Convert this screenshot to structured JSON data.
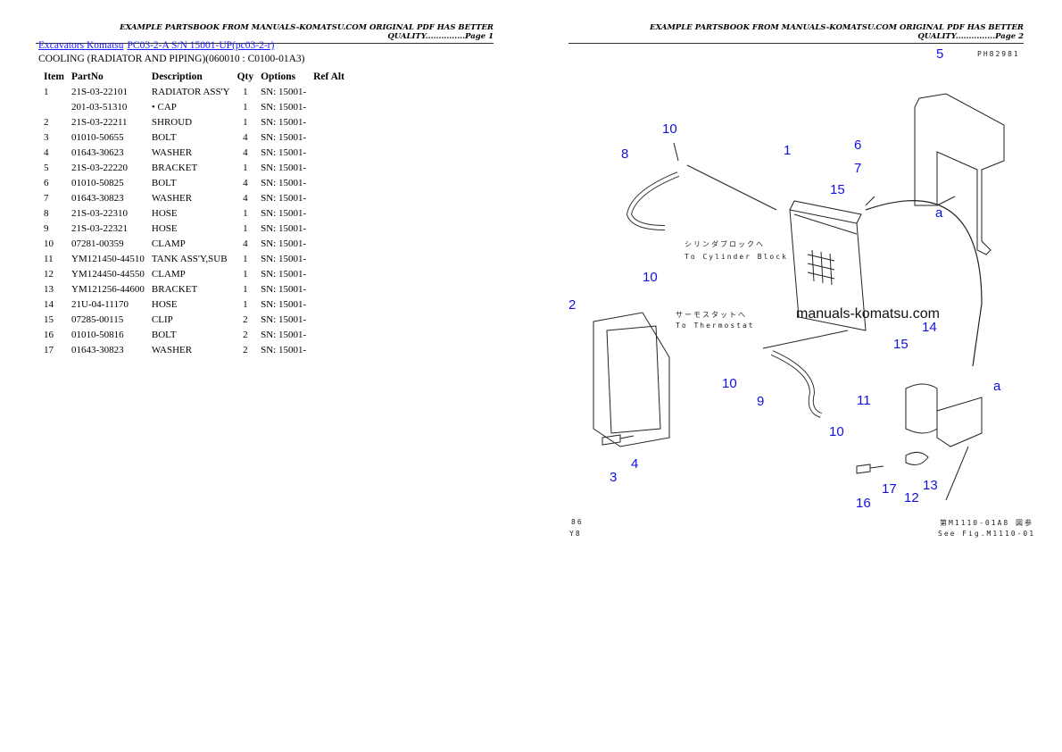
{
  "page1": {
    "header": "EXAMPLE PARTSBOOK FROM MANUALS-KOMATSU.COM ORIGINAL PDF HAS BETTER QUALITY...............Page 1",
    "breadcrumb": [
      "Excavators Komatsu",
      "PC03-2-A S/N 15001-UP(pc03-2-r)"
    ],
    "section": "COOLING (RADIATOR AND PIPING)(060010 : C0100-01A3)",
    "columns": [
      "Item",
      "PartNo",
      "Description",
      "Qty",
      "Options",
      "Ref Alt"
    ],
    "rows": [
      [
        "1",
        "21S-03-22101",
        "RADIATOR ASS'Y",
        "1",
        "SN: 15001-"
      ],
      [
        "",
        "201-03-51310",
        "• CAP",
        "1",
        "SN: 15001-"
      ],
      [
        "2",
        "21S-03-22211",
        "SHROUD",
        "1",
        "SN: 15001-"
      ],
      [
        "3",
        "01010-50655",
        "BOLT",
        "4",
        "SN: 15001-"
      ],
      [
        "4",
        "01643-30623",
        "WASHER",
        "4",
        "SN: 15001-"
      ],
      [
        "5",
        "21S-03-22220",
        "BRACKET",
        "1",
        "SN: 15001-"
      ],
      [
        "6",
        "01010-50825",
        "BOLT",
        "4",
        "SN: 15001-"
      ],
      [
        "7",
        "01643-30823",
        "WASHER",
        "4",
        "SN: 15001-"
      ],
      [
        "8",
        "21S-03-22310",
        "HOSE",
        "1",
        "SN: 15001-"
      ],
      [
        "9",
        "21S-03-22321",
        "HOSE",
        "1",
        "SN: 15001-"
      ],
      [
        "10",
        "07281-00359",
        "CLAMP",
        "4",
        "SN: 15001-"
      ],
      [
        "11",
        "YM121450-44510",
        "TANK ASS'Y,SUB",
        "1",
        "SN: 15001-"
      ],
      [
        "12",
        "YM124450-44550",
        "CLAMP",
        "1",
        "SN: 15001-"
      ],
      [
        "13",
        "YM121256-44600",
        "BRACKET",
        "1",
        "SN: 15001-"
      ],
      [
        "14",
        "21U-04-11170",
        "HOSE",
        "1",
        "SN: 15001-"
      ],
      [
        "15",
        "07285-00115",
        "CLIP",
        "2",
        "SN: 15001-"
      ],
      [
        "16",
        "01010-50816",
        "BOLT",
        "2",
        "SN: 15001-"
      ],
      [
        "17",
        "01643-30823",
        "WASHER",
        "2",
        "SN: 15001-"
      ]
    ]
  },
  "page2": {
    "header": "EXAMPLE PARTSBOOK FROM MANUALS-KOMATSU.COM ORIGINAL PDF HAS BETTER QUALITY...............Page 2",
    "code": "PH82981",
    "watermark": "manuals-komatsu.com",
    "notes": {
      "cyl_jp": "シリンダブロックへ",
      "cyl_en": "To Cylinder Block",
      "th_jp": "サーモスタットへ",
      "th_en": "To Thermostat",
      "see_jp": "第M1110-01A8 図参",
      "see_en": "See Fig.M1110-01",
      "corner1": "86",
      "corner2": "Y8"
    },
    "callouts": [
      "5",
      "10",
      "8",
      "1",
      "6",
      "7",
      "15",
      "a",
      "10",
      "2",
      "14",
      "15",
      "10",
      "9",
      "11",
      "a",
      "10",
      "4",
      "3",
      "13",
      "17",
      "12",
      "16"
    ],
    "callout_color": "#1010e0"
  }
}
